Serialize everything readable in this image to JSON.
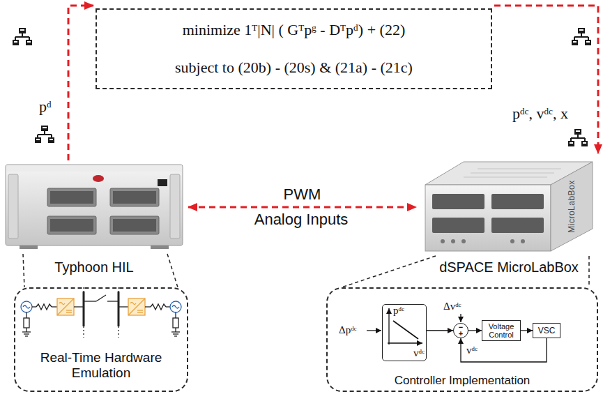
{
  "diagram": {
    "nodes": [
      {
        "text": [
          "minimize 1ᵀ|N| ( Gᵀpᵍ - Dᵀpᵈ) + (22)",
          "subject to (20b) - (20s) & (21a) - (21c)"
        ]
      },
      {
        "text": [
          "Typhoon HIL"
        ]
      },
      {
        "text": [
          "dSPACE MicroLabBox"
        ]
      },
      {
        "text": [
          "Real-Time Hardware Emulation"
        ]
      },
      {
        "text": [
          "Controller Implementation"
        ]
      },
      {
        "text": [
          "pᵈᶜ",
          "vᵈᶜ"
        ],
        "in": 4
      },
      {
        "text": [
          "−",
          "+"
        ],
        "in": 4
      },
      {
        "text": [
          "Voltage Control"
        ],
        "in": 4
      },
      {
        "text": [
          "VSC"
        ],
        "in": 4
      }
    ],
    "edges": [
      {
        "from": 1,
        "to": 0,
        "arrow": "to"
      },
      {
        "from": 0,
        "to": 2,
        "arrow": "to"
      },
      {
        "from": 1,
        "to": 2,
        "arrow": "both",
        "label": "PWM"
      },
      {
        "from": 1,
        "to": 3,
        "arrow": "none"
      },
      {
        "from": 2,
        "to": 4,
        "arrow": "none"
      },
      {
        "from": 5,
        "to": 6,
        "arrow": "to"
      },
      {
        "from": 6,
        "to": 7,
        "arrow": "to"
      },
      {
        "from": 7,
        "to": 8,
        "arrow": "to"
      },
      {
        "from": 8,
        "to": 6,
        "arrow": "to",
        "label": "vᵈᶜ"
      }
    ],
    "labels": [
      "pᵈ",
      "pᵈᶜ, vᵈᶜ, x⃡",
      "Analog Inputs",
      "Δpᵈᶜ",
      "Δvᵈᶜ",
      "MicroLabBox"
    ]
  }
}
